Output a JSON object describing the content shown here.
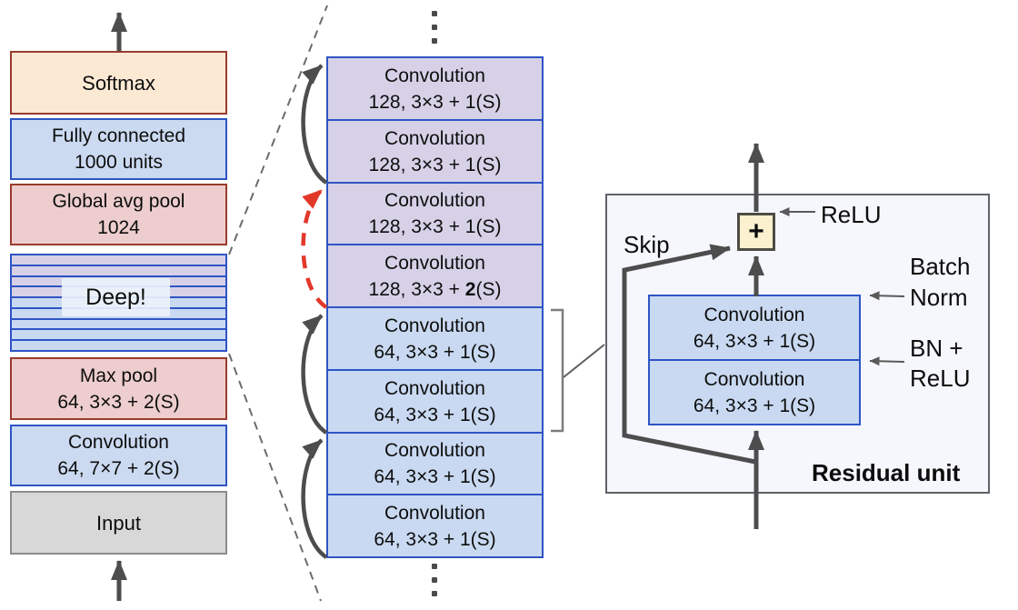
{
  "diagram": {
    "left_column": {
      "softmax": {
        "label": "Softmax"
      },
      "fully_connected": {
        "line1": "Fully connected",
        "line2": "1000 units"
      },
      "global_avg_pool": {
        "line1": "Global avg pool",
        "line2": "1024"
      },
      "deep": {
        "label": "Deep!"
      },
      "max_pool": {
        "line1": "Max pool",
        "line2": "64, 3×3 + 2(S)"
      },
      "convolution": {
        "line1": "Convolution",
        "line2": "64, 7×7 + 2(S)"
      },
      "input": {
        "label": "Input"
      }
    },
    "middle_column": {
      "boxes": [
        {
          "line1": "Convolution",
          "line2": "128, 3×3 + 1(S)"
        },
        {
          "line1": "Convolution",
          "line2": "128, 3×3 + 1(S)"
        },
        {
          "line1": "Convolution",
          "line2": "128, 3×3 + 1(S)"
        },
        {
          "line1": "Convolution",
          "line2_prefix": "128, 3×3 + ",
          "line2_bold": "2",
          "line2_suffix": "(S)"
        },
        {
          "line1": "Convolution",
          "line2": "64, 3×3 + 1(S)"
        },
        {
          "line1": "Convolution",
          "line2": "64, 3×3 + 1(S)"
        },
        {
          "line1": "Convolution",
          "line2": "64, 3×3 + 1(S)"
        },
        {
          "line1": "Convolution",
          "line2": "64, 3×3 + 1(S)"
        }
      ]
    },
    "residual_unit": {
      "title": "Residual unit",
      "skip_label": "Skip",
      "plus_label": "+",
      "relu_label": "ReLU",
      "batch_norm_label": "Batch\nNorm",
      "bn_relu_label": "BN +\nReLU",
      "conv_boxes": [
        {
          "line1": "Convolution",
          "line2": "64, 3×3 + 1(S)"
        },
        {
          "line1": "Convolution",
          "line2": "64, 3×3 + 1(S)"
        }
      ]
    },
    "colors": {
      "cream_fill": "#FBE9D4",
      "red_border": "#9A3B2C",
      "pink_fill": "#EDCDCD",
      "blue_fill": "#C9D9F1",
      "lavender_fill": "#D6D1E7",
      "blue_border": "#2E54C5",
      "gray_fill": "#D8D8D8",
      "panel_fill": "#F5F7FD",
      "plus_fill": "#FBF1CF",
      "arrow_gray": "#4D4D4D",
      "arrow_red": "#E2382A"
    }
  }
}
